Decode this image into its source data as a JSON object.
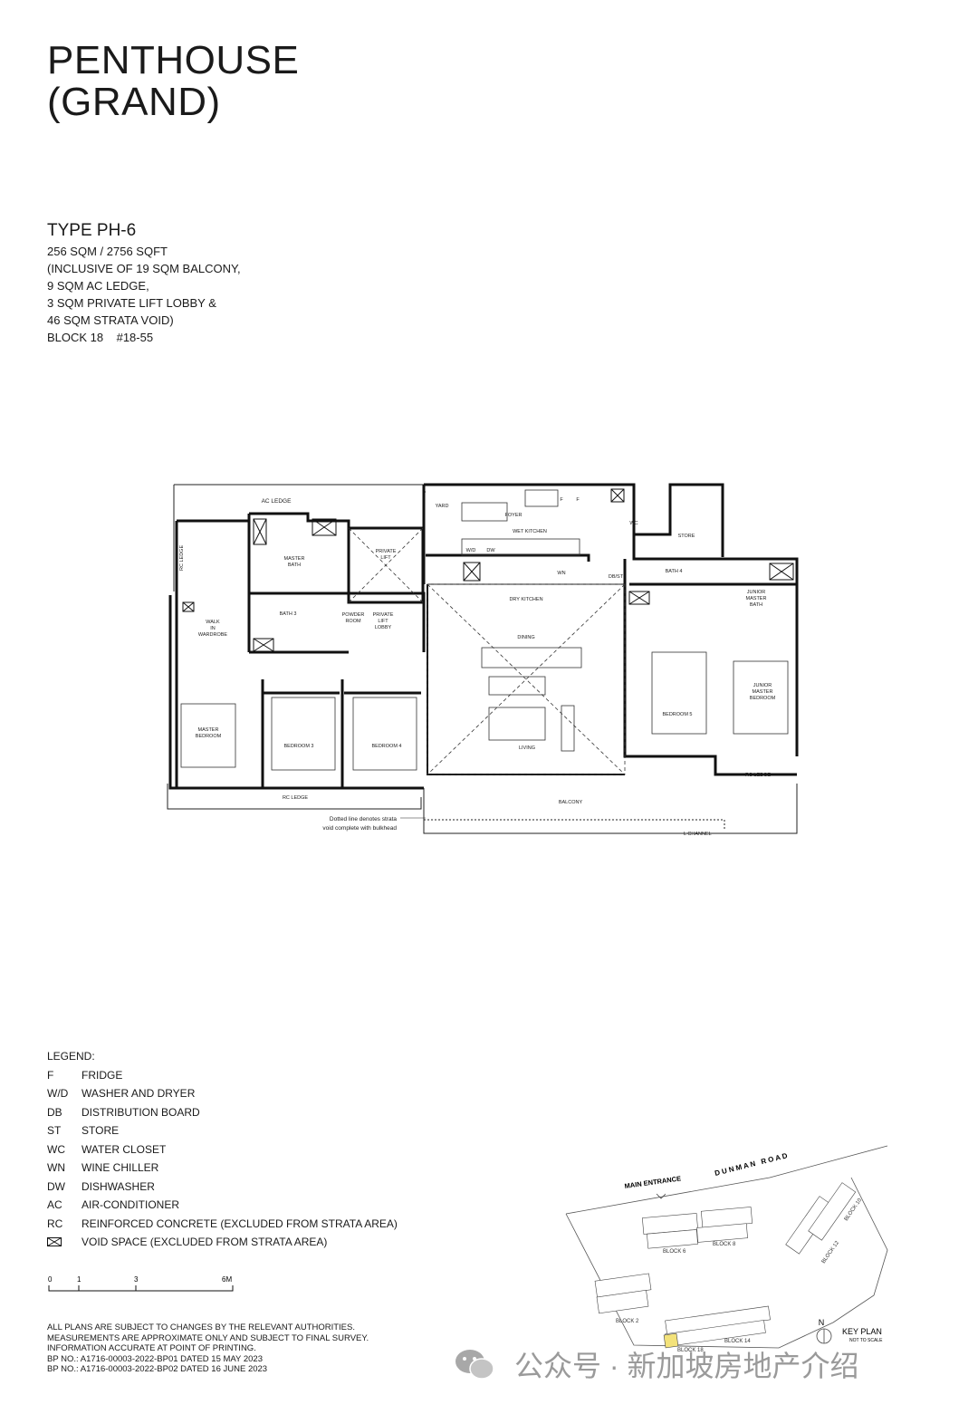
{
  "title": {
    "line1": "PENTHOUSE",
    "line2": "(GRAND)"
  },
  "unit": {
    "type": "TYPE PH-6",
    "area": "256 SQM / 2756 SQFT",
    "incl1": "(INCLUSIVE OF 19 SQM BALCONY,",
    "incl2": "9 SQM AC LEDGE,",
    "incl3": "3 SQM PRIVATE LIFT LOBBY &",
    "incl4": "46 SQM STRATA VOID)",
    "block": "BLOCK 18    #18-55"
  },
  "plan_labels": {
    "ac_ledge": "AC LEDGE",
    "rc_ledge_left": "RC LEDGE",
    "yard": "YARD",
    "foyer": "FOYER",
    "wet_kitchen": "WET KITCHEN",
    "wc": "WC",
    "store": "STORE",
    "master_bath_1": "MASTER",
    "master_bath_2": "BATH",
    "private_lift_1": "PRIVATE",
    "private_lift_2": "LIFT",
    "wd": "W/D",
    "dw": "DW",
    "wn": "WN",
    "db_st": "DB/ST",
    "bath4": "BATH 4",
    "jmb_1": "JUNIOR",
    "jmb_2": "MASTER",
    "jmb_3": "BATH",
    "walk_in_1": "WALK",
    "walk_in_2": "IN",
    "walk_in_3": "WARDROBE",
    "bath3": "BATH 3",
    "powder_1": "POWDER",
    "powder_2": "ROOM",
    "pll_1": "PRIVATE",
    "pll_2": "LIFT",
    "pll_3": "LOBBY",
    "dry_kitchen": "DRY KITCHEN",
    "dining": "DINING",
    "master_bed_1": "MASTER",
    "master_bed_2": "BEDROOM",
    "bedroom3": "BEDROOM 3",
    "bedroom4": "BEDROOM 4",
    "living": "LIVING",
    "bedroom5": "BEDROOM 5",
    "jmbed_1": "JUNIOR",
    "jmbed_2": "MASTER",
    "jmbed_3": "BEDROOM",
    "rc_ledge_right": "RC LEDGE",
    "rc_ledge_bottom": "RC LEDGE",
    "balcony": "BALCONY",
    "f": "F",
    "note_1": "Dotted line denotes strata",
    "note_2": "void complete with bulkhead",
    "l_channel": "L CHANNEL"
  },
  "legend": {
    "heading": "LEGEND:",
    "items": [
      {
        "abbr": "F",
        "text": "FRIDGE"
      },
      {
        "abbr": "W/D",
        "text": "WASHER AND DRYER"
      },
      {
        "abbr": "DB",
        "text": "DISTRIBUTION BOARD"
      },
      {
        "abbr": "ST",
        "text": "STORE"
      },
      {
        "abbr": "WC",
        "text": "WATER CLOSET"
      },
      {
        "abbr": "WN",
        "text": "WINE CHILLER"
      },
      {
        "abbr": "DW",
        "text": "DISHWASHER"
      },
      {
        "abbr": "AC",
        "text": "AIR-CONDITIONER"
      },
      {
        "abbr": "RC",
        "text": "REINFORCED CONCRETE (EXCLUDED FROM STRATA AREA)"
      }
    ],
    "void_text": "VOID SPACE (EXCLUDED FROM STRATA AREA)"
  },
  "scale": {
    "t0": "0",
    "t1": "1",
    "t3": "3",
    "t6": "6M"
  },
  "notes": {
    "n1": "ALL PLANS ARE SUBJECT TO CHANGES BY THE RELEVANT AUTHORITIES.",
    "n2": "MEASUREMENTS ARE APPROXIMATE ONLY AND SUBJECT TO FINAL SURVEY.",
    "n3": "INFORMATION ACCURATE AT POINT OF PRINTING.",
    "n4": "BP NO.: A1716-00003-2022-BP01 DATED 15 MAY 2023",
    "n5": "BP NO.: A1716-00003-2022-BP02 DATED 16 JUNE 2023"
  },
  "keyplan": {
    "main_entrance": "MAIN ENTRANCE",
    "road": "D U N M A N   R O A D",
    "block6": "BLOCK 6",
    "block8": "BLOCK 8",
    "block2": "BLOCK 2",
    "block18": "BLOCK 18",
    "block14": "BLOCK 14",
    "block12": "BLOCK 12",
    "block10": "BLOCK 10",
    "north": "N",
    "title": "KEY PLAN",
    "subtitle": "NOT TO SCALE",
    "highlight_color": "#f3e27a"
  },
  "watermark": {
    "text": "公众号 · 新加坡房地产介绍"
  }
}
